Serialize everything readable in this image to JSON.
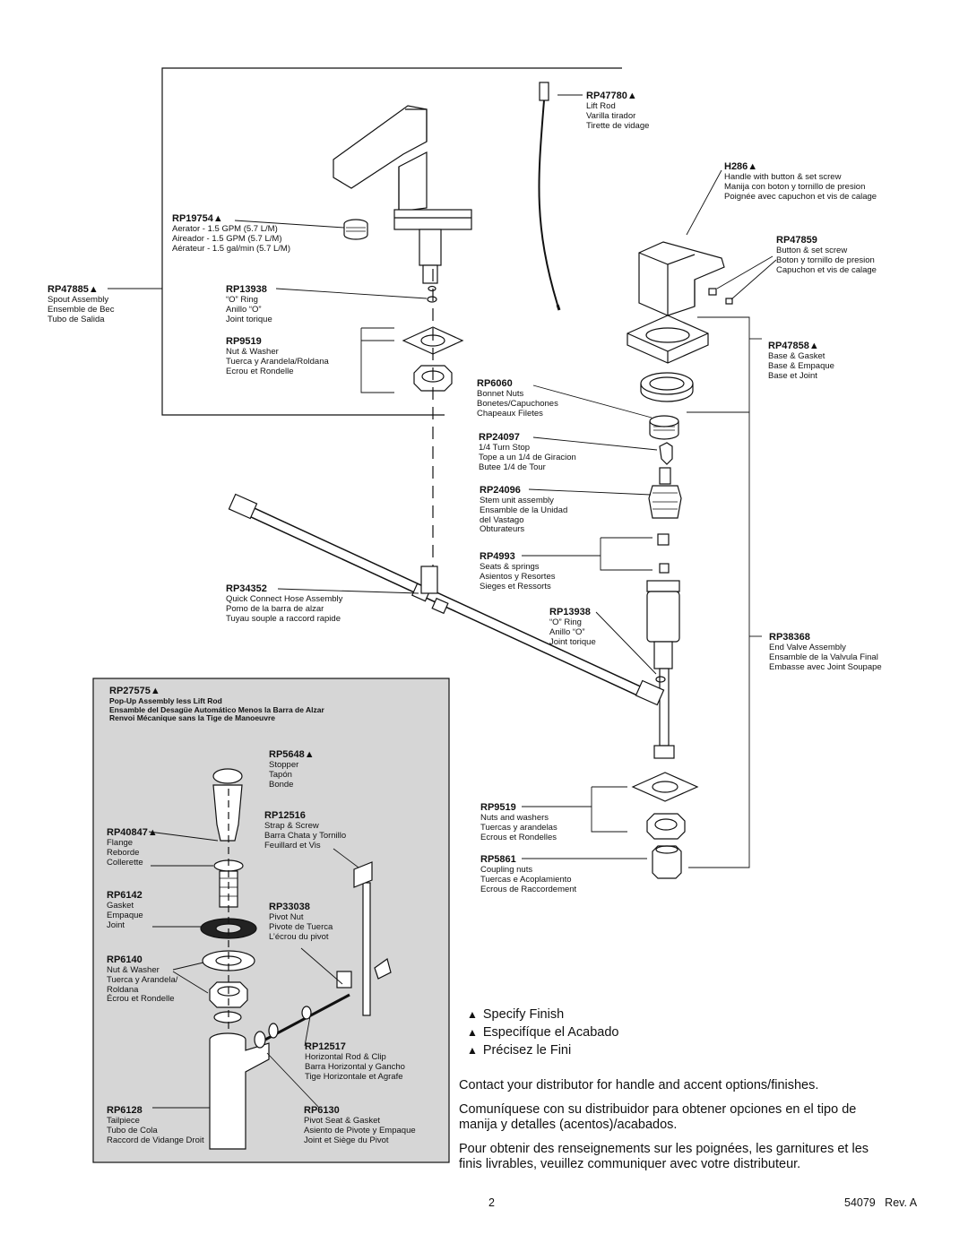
{
  "parts": {
    "rp47780": {
      "pn": "RP47780▲",
      "d": [
        "Lift Rod",
        "Varilla tirador",
        "Tirette de vidage"
      ]
    },
    "h286": {
      "pn": "H286▲",
      "d": [
        "Handle with button & set screw",
        "Manija con boton y tornillo de presion",
        "Poignée avec capuchon et vis de calage"
      ]
    },
    "rp19754": {
      "pn": "RP19754▲",
      "d": [
        "Aerator - 1.5 GPM (5.7 L/M)",
        "Aireador - 1.5 GPM (5.7 L/M)",
        "Aérateur - 1.5 gal/min (5.7 L/M)"
      ]
    },
    "rp47859": {
      "pn": "RP47859",
      "d": [
        "Button & set screw",
        "Boton y tornillo de presion",
        "Capuchon et vis de calage"
      ]
    },
    "rp47885": {
      "pn": "RP47885▲",
      "d": [
        "Spout Assembly",
        "Ensemble de Bec",
        "Tubo de Salida"
      ]
    },
    "rp13938a": {
      "pn": "RP13938",
      "d": [
        "“O” Ring",
        "Anillo “O”",
        "Joint torique"
      ]
    },
    "rp9519a": {
      "pn": "RP9519",
      "d": [
        "Nut & Washer",
        "Tuerca y Arandela/Roldana",
        "Ecrou et Rondelle"
      ]
    },
    "rp47858": {
      "pn": "RP47858▲",
      "d": [
        "Base & Gasket",
        "Base & Empaque",
        "Base et Joint"
      ]
    },
    "rp6060": {
      "pn": "RP6060",
      "d": [
        "Bonnet Nuts",
        "Bonetes/Capuchones",
        "Chapeaux Filetes"
      ]
    },
    "rp24097": {
      "pn": "RP24097",
      "d": [
        "1/4 Turn Stop",
        "Tope a un 1/4 de Giracion",
        "Butee 1/4 de Tour"
      ]
    },
    "rp24096": {
      "pn": "RP24096",
      "d": [
        "Stem unit assembly",
        "Ensamble de la Unidad",
        "del Vastago",
        "Obturateurs"
      ]
    },
    "rp4993": {
      "pn": "RP4993",
      "d": [
        "Seats & springs",
        "Asientos y Resortes",
        "Sieges et Ressorts"
      ]
    },
    "rp34352": {
      "pn": "RP34352",
      "d": [
        "Quick Connect Hose Assembly",
        "Pomo de la barra de alzar",
        "Tuyau souple a raccord rapide"
      ]
    },
    "rp13938b": {
      "pn": "RP13938",
      "d": [
        "“O” Ring",
        "Anillo “O”",
        "Joint torique"
      ]
    },
    "rp38368": {
      "pn": "RP38368",
      "d": [
        "End Valve Assembly",
        "Ensamble de la Valvula Final",
        "Embasse avec Joint Soupape"
      ]
    },
    "rp27575": {
      "pn": "RP27575▲",
      "d": [
        "Pop-Up Assembly less Lift Rod",
        "Ensamble del Desagüe Automático Menos la Barra de Alzar",
        "Renvoi Mécanique sans la Tige de Manoeuvre"
      ]
    },
    "rp5648": {
      "pn": "RP5648▲",
      "d": [
        "Stopper",
        "Tapón",
        "Bonde"
      ]
    },
    "rp12516": {
      "pn": "RP12516",
      "d": [
        "Strap & Screw",
        "Barra Chata y Tornillo",
        "Feuillard et Vis"
      ]
    },
    "rp40847": {
      "pn": "RP40847▲",
      "d": [
        "Flange",
        "Reborde",
        "Collerette"
      ]
    },
    "rp9519b": {
      "pn": "RP9519",
      "d": [
        "Nuts and washers",
        "Tuercas y arandelas",
        "Ecrous et Rondelles"
      ]
    },
    "rp6142": {
      "pn": "RP6142",
      "d": [
        "Gasket",
        "Empaque",
        "Joint"
      ]
    },
    "rp33038": {
      "pn": "RP33038",
      "d": [
        "Pivot Nut",
        "Pivote de Tuerca",
        "L’écrou du pivot"
      ]
    },
    "rp5861": {
      "pn": "RP5861",
      "d": [
        "Coupling nuts",
        "Tuercas e Acoplamiento",
        "Ecrous de Raccordement"
      ]
    },
    "rp6140": {
      "pn": "RP6140",
      "d": [
        "Nut & Washer",
        "Tuerca y Arandela/",
        "Roldana",
        "Écrou et Rondelle"
      ]
    },
    "rp12517": {
      "pn": "RP12517",
      "d": [
        "Horizontal Rod & Clip",
        "Barra Horizontal y Gancho",
        "Tige Horizontale et Agrafe"
      ]
    },
    "rp6128": {
      "pn": "RP6128",
      "d": [
        "Tailpiece",
        "Tubo de Cola",
        "Raccord de Vidange Droit"
      ]
    },
    "rp6130": {
      "pn": "RP6130",
      "d": [
        "Pivot Seat & Gasket",
        "Asiento de Pivote y Empaque",
        "Joint et Siège du Pivot"
      ]
    }
  },
  "legend": [
    "Specify Finish",
    "Especifíque el Acabado",
    "Précisez le Fini"
  ],
  "legend_symbol": "▲",
  "notes": [
    "Contact your distributor for handle and accent options/finishes.",
    "Comuníquese con su distribuidor para obtener opciones en el tipo de manija y detalles (acentos)/acabados.",
    "Pour obtenir des renseignements sur les poignées, les garnitures et les finis livrables, veuillez communiquer avec votre distributeur."
  ],
  "footer": {
    "page": "2",
    "doc_id": "54079   Rev. A"
  }
}
